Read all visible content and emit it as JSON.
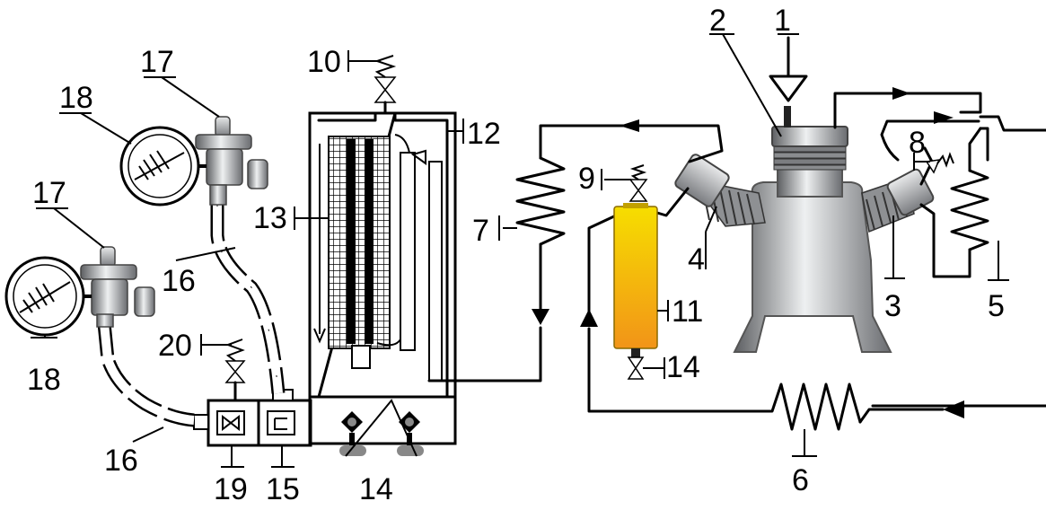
{
  "labels": {
    "n1": "1",
    "n2": "2",
    "n3": "3",
    "n4": "4",
    "n5": "5",
    "n6": "6",
    "n7": "7",
    "n8": "8",
    "n9": "9",
    "n10": "10",
    "n11": "11",
    "n12": "12",
    "n13": "13",
    "n14a": "14",
    "n14b": "14",
    "n15": "15",
    "n16a": "16",
    "n16b": "16",
    "n17a": "17",
    "n17b": "17",
    "n18a": "18",
    "n18b": "18",
    "n19": "19",
    "n20": "20"
  },
  "colors": {
    "line": "#000000",
    "metal_dark": "#6e7073",
    "metal_light": "#e4e5e7",
    "receiver_top": "#f5d800",
    "receiver_bottom": "#f39a1a"
  }
}
